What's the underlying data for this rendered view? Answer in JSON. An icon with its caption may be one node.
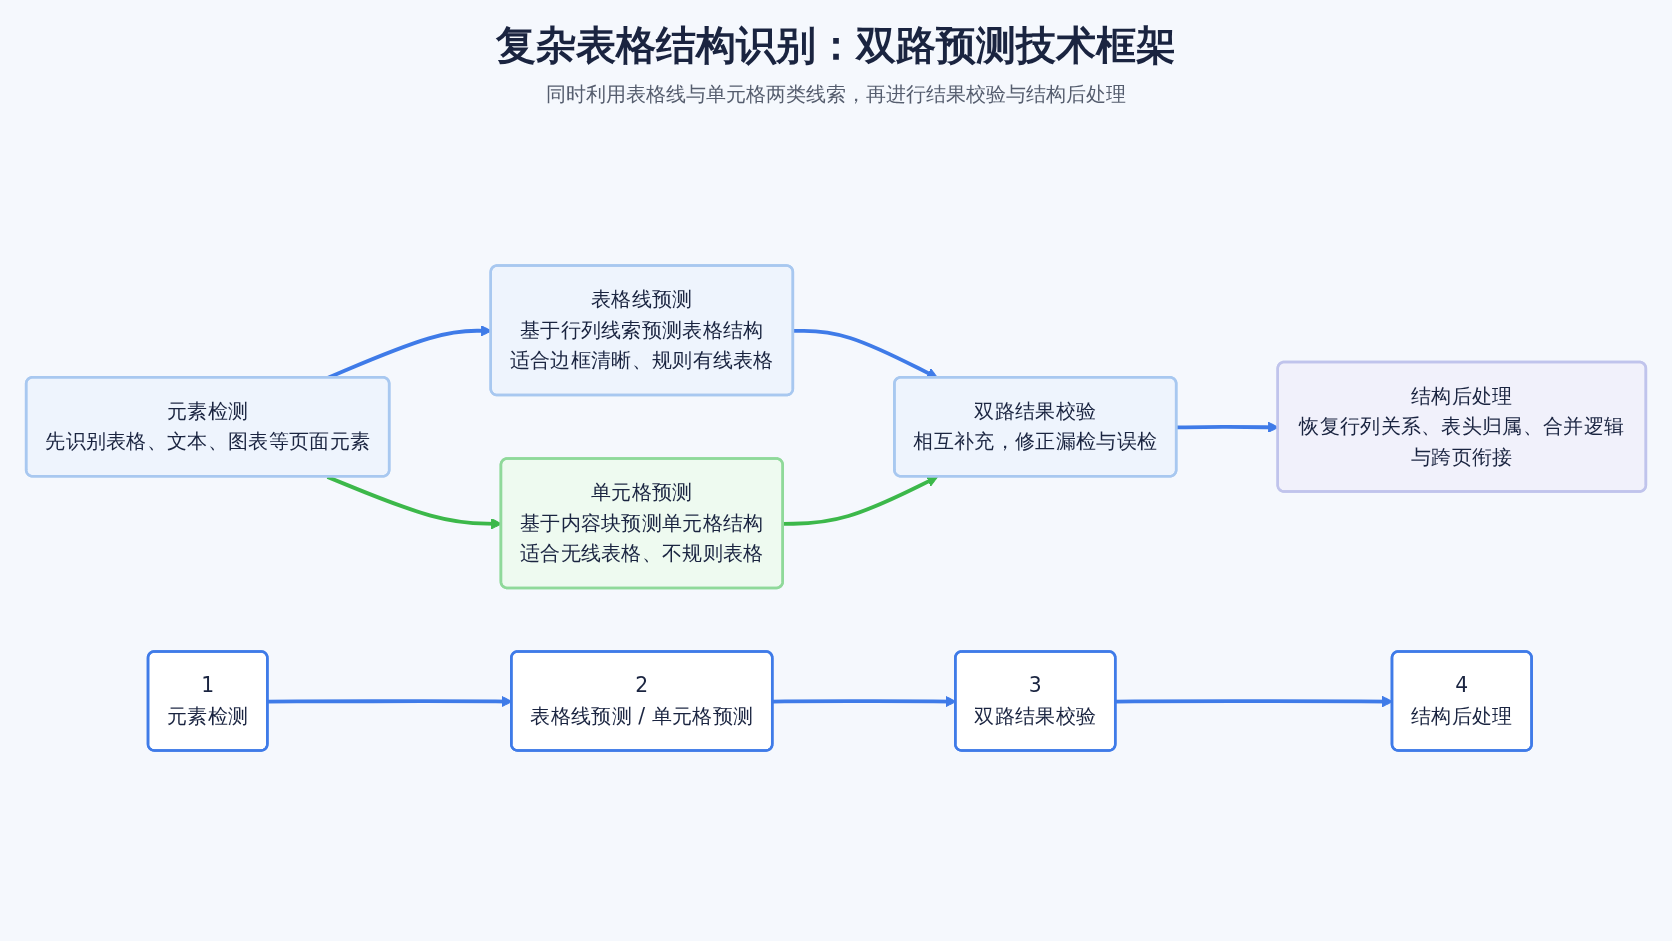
{
  "diagram": {
    "title": "复杂表格结构识别：双路预测技术框架",
    "nodes": [
      {
        "text": [
          "元素检测",
          "先识别表格、文本、图表等页面元素"
        ]
      },
      {
        "text": [
          "表格线预测",
          "基于行列线索预测表格结构",
          "适合边框清晰、规则有线表格"
        ]
      },
      {
        "text": [
          "单元格预测",
          "基于内容块预测单元格结构",
          "适合无线表格、不规则表格"
        ]
      },
      {
        "text": [
          "双路结果校验",
          "相互补充，修正漏检与误检"
        ]
      },
      {
        "text": [
          "结构后处理",
          "恢复行列关系、表头归属、合并逻辑与跨页衔接"
        ]
      },
      {
        "text": [
          "1",
          "元素检测"
        ]
      },
      {
        "text": [
          "2",
          "表格线预测 / 单元格预测"
        ]
      },
      {
        "text": [
          "3",
          "双路结果校验"
        ]
      },
      {
        "text": [
          "4",
          "结构后处理"
        ]
      }
    ],
    "edges": [
      {
        "from": 0,
        "to": 1,
        "arrow": "to"
      },
      {
        "from": 0,
        "to": 2,
        "arrow": "to",
        "color": "#3cb84a"
      },
      {
        "from": 1,
        "to": 3,
        "arrow": "to"
      },
      {
        "from": 2,
        "to": 3,
        "arrow": "to",
        "color": "#3cb84a"
      },
      {
        "from": 3,
        "to": 4,
        "arrow": "to"
      },
      {
        "from": 5,
        "to": 6,
        "arrow": "to"
      },
      {
        "from": 6,
        "to": 7,
        "arrow": "to"
      },
      {
        "from": 7,
        "to": 8,
        "arrow": "to"
      }
    ],
    "labels": [
      "同时利用表格线与单元格两类线索，再进行结果校验与结构后处理"
    ]
  }
}
